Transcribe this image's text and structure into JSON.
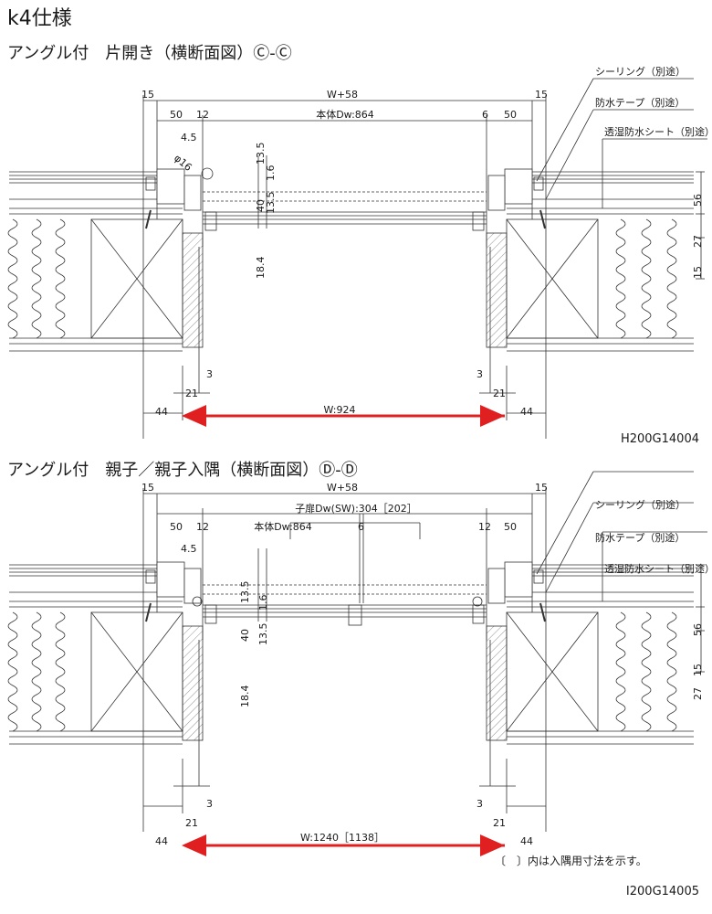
{
  "title": "k4仕様",
  "sections": [
    {
      "subtitle": "アングル付　片開き（横断面図）Ⓒ-Ⓒ",
      "code": "H200G14004",
      "dims": {
        "top_total": "W+58",
        "left_edge": "15",
        "right_edge": "15",
        "body_w": "本体Dw:864",
        "left_50": "50",
        "left_12": "12",
        "right_6": "6",
        "right_50": "50",
        "d45": "4.5",
        "d16": "φ16",
        "d135a": "13.5",
        "d16b": "1.6",
        "d40": "40",
        "d135b": "13.5",
        "d184": "18.4",
        "d56": "56",
        "d27": "27",
        "d15": "15",
        "l3": "3",
        "r3": "3",
        "l21": "21",
        "r21": "21",
        "l44": "44",
        "r44": "44",
        "w": "W:924"
      },
      "labels": [
        "シーリング（別途）",
        "防水テープ（別途）",
        "透湿防水シート（別途）"
      ]
    },
    {
      "subtitle": "アングル付　親子／親子入隅（横断面図）Ⓓ-Ⓓ",
      "code": "I200G14005",
      "dims": {
        "top_total": "W+58",
        "left_edge": "15",
        "right_edge": "15",
        "child_w": "子扉Dw(SW):304［202］",
        "body_w": "本体Dw:864",
        "left_50": "50",
        "left_12": "12",
        "mid_6": "6",
        "right_12": "12",
        "right_50": "50",
        "d45": "4.5",
        "d135a": "13.5",
        "d16b": "1.6",
        "d40": "40",
        "d135b": "13.5",
        "d184": "18.4",
        "d56": "56",
        "d15": "15",
        "d27": "27",
        "l3": "3",
        "r3": "3",
        "l21": "21",
        "r21": "21",
        "l44": "44",
        "r44": "44",
        "w": "W:1240［1138］"
      },
      "labels": [
        "シーリング（別途）",
        "防水テープ（別途）",
        "透湿防水シート（別途）"
      ],
      "note": "〔　〕内は入隅用寸法を示す。"
    }
  ],
  "colors": {
    "line": "#333333",
    "arrow": "#e02020",
    "hatch": "#666666"
  }
}
